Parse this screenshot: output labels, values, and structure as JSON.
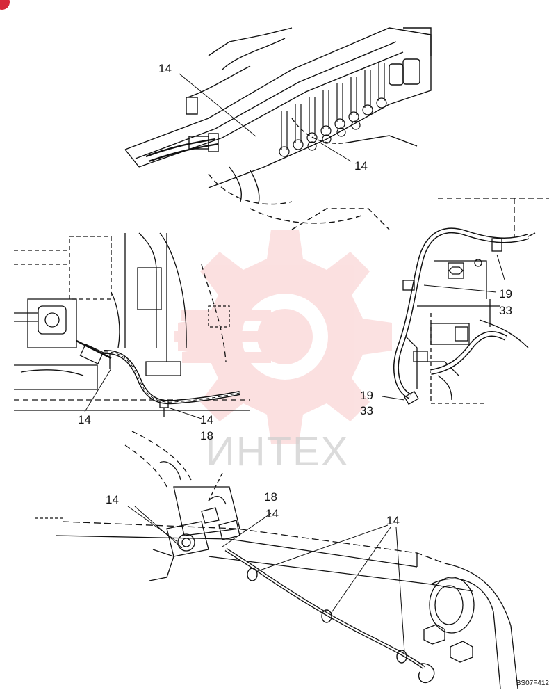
{
  "callouts": {
    "top_left": "14",
    "top_right": "14",
    "mid_left": "14",
    "mid_center_a": "14",
    "mid_center_b": "18",
    "right_a1": "19",
    "right_a2": "33",
    "right_b1": "19",
    "right_b2": "33",
    "bottom_left": "14",
    "bottom_mid_a": "18",
    "bottom_mid_b": "14",
    "bottom_right": "14"
  },
  "watermark": {
    "text": "ИНТЕХ",
    "color": "#f4a9a9"
  },
  "drawing_code": "BS07F412",
  "badge_color": "#d6283a"
}
